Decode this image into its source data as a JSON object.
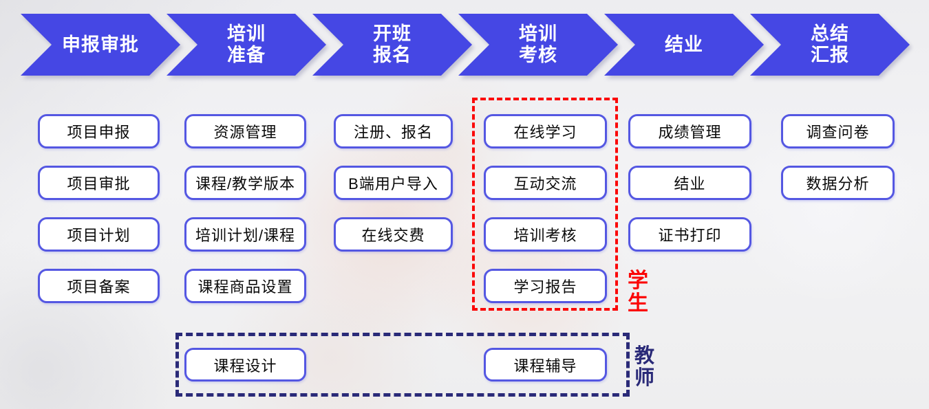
{
  "diagram": {
    "stages": [
      {
        "label": "申报审批"
      },
      {
        "label": "培训\n准备"
      },
      {
        "label": "开班\n报名"
      },
      {
        "label": "培训\n考核"
      },
      {
        "label": "结业"
      },
      {
        "label": "总结\n汇报"
      }
    ],
    "columns": [
      {
        "stage": "申报审批",
        "items": [
          "项目申报",
          "项目审批",
          "项目计划",
          "项目备案"
        ]
      },
      {
        "stage": "培训准备",
        "items": [
          "资源管理",
          "课程/教学版本",
          "培训计划/课程",
          "课程商品设置"
        ]
      },
      {
        "stage": "开班报名",
        "items": [
          "注册、报名",
          "B端用户导入",
          "在线交费"
        ]
      },
      {
        "stage": "培训考核",
        "items": [
          "在线学习",
          "互动交流",
          "培训考核",
          "学习报告"
        ]
      },
      {
        "stage": "结业",
        "items": [
          "成绩管理",
          "结业",
          "证书打印"
        ]
      },
      {
        "stage": "总结汇报",
        "items": [
          "调查问卷",
          "数据分析"
        ]
      }
    ],
    "groups": {
      "student": {
        "label": "学\n生"
      },
      "teacher": {
        "label": "教\n师",
        "items": [
          "课程设计",
          "课程辅导"
        ]
      }
    },
    "colors": {
      "arrow_blue": "#4547e4",
      "box_border": "#5457e2",
      "student_red": "#fb0707",
      "teacher_navy": "#2a2a78"
    }
  }
}
